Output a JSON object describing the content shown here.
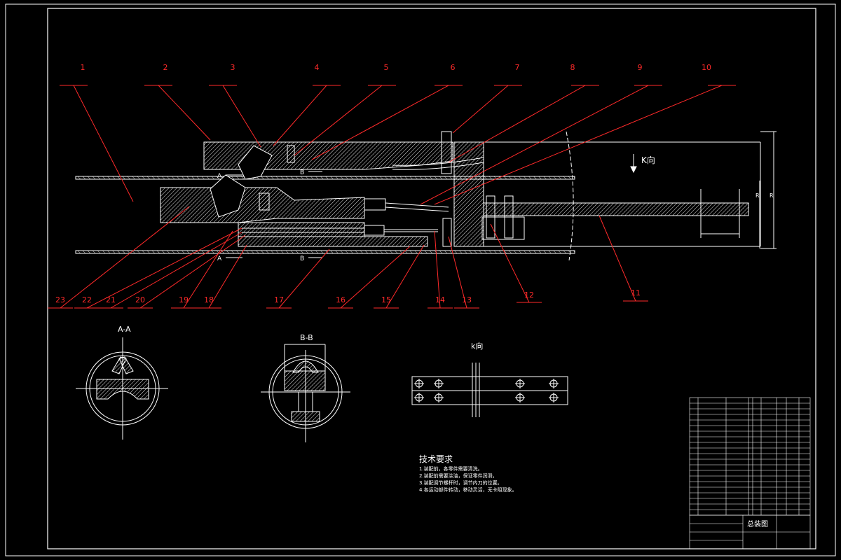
{
  "drawing": {
    "callouts_top": [
      "1",
      "2",
      "3",
      "4",
      "5",
      "6",
      "7",
      "8",
      "9",
      "10"
    ],
    "callouts_bottom": [
      "23",
      "22",
      "21",
      "20",
      "19",
      "18",
      "17",
      "16",
      "15",
      "14",
      "13",
      "12",
      "11"
    ],
    "section_marks": {
      "a": "A",
      "b": "B"
    },
    "view_k_label": "K向",
    "dim_r1": "R",
    "dim_r2": "R"
  },
  "sections": {
    "aa_title": "A-A",
    "bb_title": "B-B",
    "k_title": "k向"
  },
  "tech": {
    "title": "技术要求",
    "lines": [
      "1.装配前，各零件需要清洗。",
      "2.装配前需要涂油，保证零件润滑。",
      "3.装配调节螺杆时，调节内刀的位置。",
      "4.各运动部件转动，移动灵活，无卡阻现象。"
    ]
  },
  "titleblock": {
    "drawing_name": "总装图"
  },
  "colors": {
    "background": "#000000",
    "outline": "#ffffff",
    "leader": "#ff2a2a",
    "hatch": "#ffffff"
  }
}
